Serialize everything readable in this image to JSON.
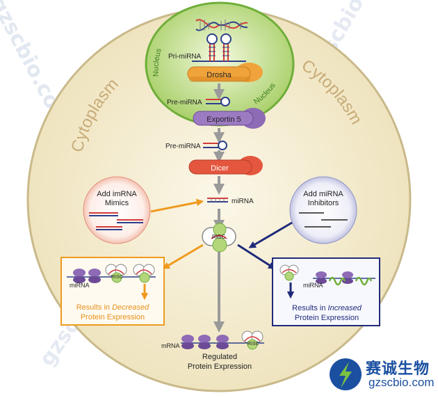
{
  "labels": {
    "nucleus_left": "Nucleus",
    "nucleus_right": "Nucleus",
    "cytoplasm_left": "Cytoplasm",
    "cytoplasm_right": "Cytoplasm",
    "pri_mirna": "Pri-miRNA",
    "drosha": "Drosha",
    "pre_mirna_1": "Pre-miRNA",
    "exportin": "Exportin 5",
    "pre_mirna_2": "Pre-miRNA",
    "dicer": "Dicer",
    "mirna_center": "miRNA",
    "risc_center": "RISC",
    "mimics_line1": "Add imRNA",
    "mimics_line2": "Mimics",
    "inhibitors_line1": "Add miRNA",
    "inhibitors_line2": "Inhibitors",
    "left_box_mirna": "miRNA",
    "left_result_line1_prefix": "Results in ",
    "left_result_line1_em": "Decreased",
    "left_result_line2": "Protein Expression",
    "right_box_mirna": "miRNA",
    "right_result_line1_prefix": "Results in ",
    "right_result_line1_em": "Increased",
    "right_result_line2": "Protein Expression",
    "mrna_bottom": "mRNA",
    "regulated_line1": "Regulated",
    "regulated_line2": "Protein Expression",
    "risc_small": "RISC"
  },
  "logo": {
    "chinese": "赛诚生物",
    "url": "gzscbio.com"
  },
  "watermark": "gzscbio.com 赛诚生物",
  "colors": {
    "cell_fill": "#f6f0d8",
    "cell_stroke": "#c9b98a",
    "nucleus_fill": "#cfe3a3",
    "nucleus_stroke": "#6fae3a",
    "drosha": "#f0a23b",
    "exportin": "#8e6bb5",
    "dicer": "#e5563f",
    "orange_arrow": "#ef9a1f",
    "navy_arrow": "#1f2a7a",
    "gray_arrow": "#9a9a9a",
    "left_result_text": "#e8901a",
    "right_result_text": "#1f2a7a"
  }
}
